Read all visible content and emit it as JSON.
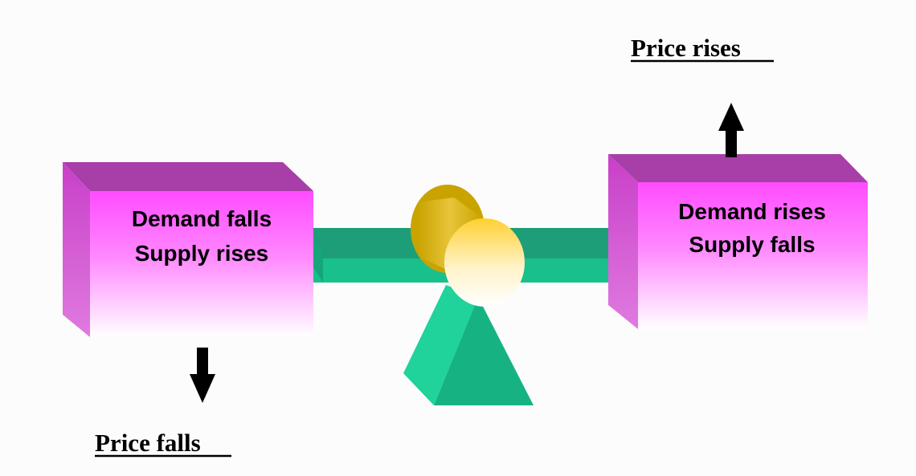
{
  "title": "",
  "left_block": {
    "line1": "Demand falls",
    "line2": "Supply rises"
  },
  "right_block": {
    "line1": "Demand rises",
    "line2": "Supply falls"
  },
  "price_rises": "Price rises",
  "price_falls": "Price falls",
  "colors": {
    "block_top": "#a83ea8",
    "block_side": "#cc44cc",
    "block_face_top": "#ff4cff",
    "block_face_bottom": "#ffffff",
    "beam_top": "#1e9e78",
    "beam_front": "#19c08c",
    "pivot_side": "#d4b400",
    "pivot_face": "#ffd84a",
    "fulcrum_light": "#1fd39b",
    "fulcrum_dark": "#16b282",
    "arrow": "#000000"
  }
}
